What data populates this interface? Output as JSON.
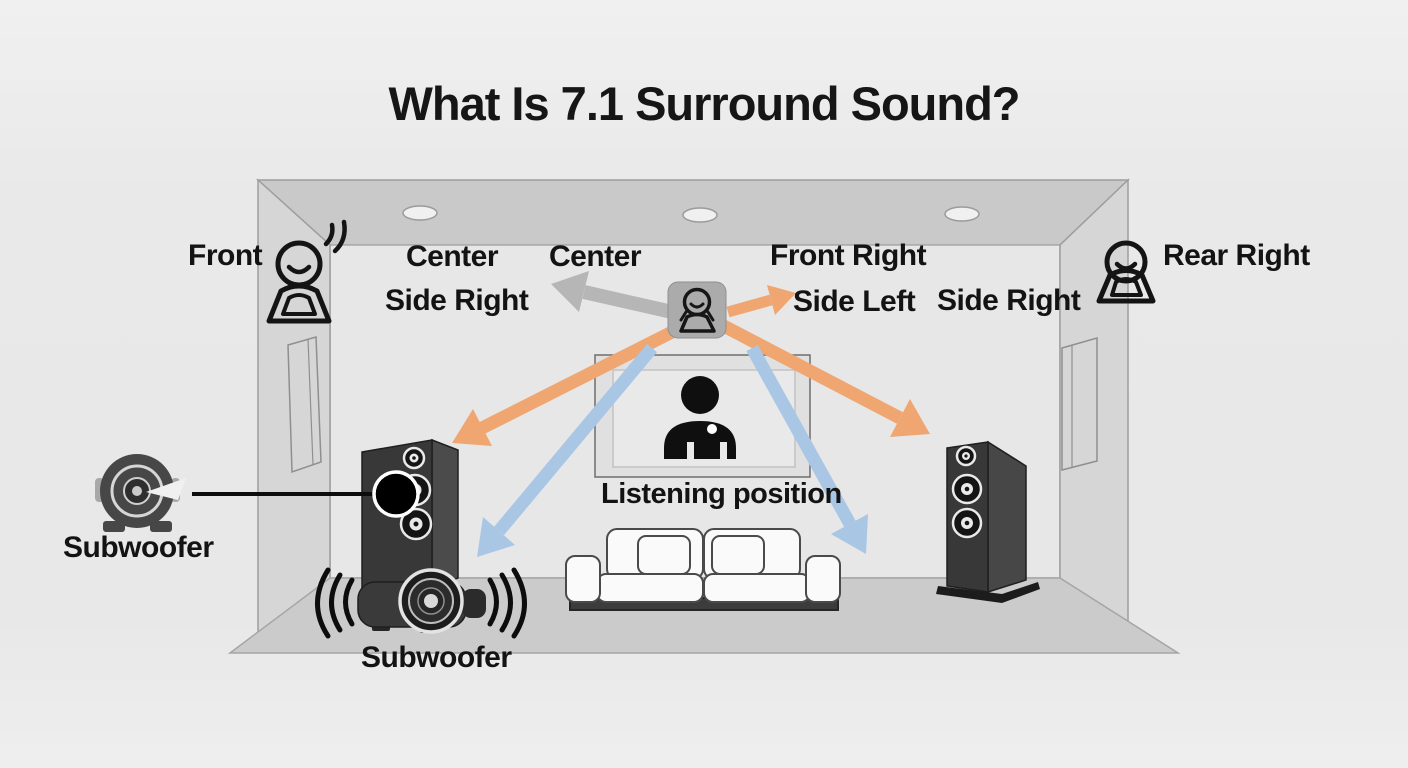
{
  "title": "What Is 7.1 Surround Sound?",
  "labels": {
    "front": "Front",
    "center_left": "Center",
    "center_mid": "Center",
    "front_right": "Front Right",
    "side_right_wall": "Side Right",
    "side_left": "Side Left",
    "side_right_speaker": "Side Right",
    "rear_right": "Rear Right",
    "listening_position": "Listening position",
    "subwoofer_side": "Subwoofer",
    "subwoofer_front": "Subwoofer"
  },
  "colors": {
    "background": "#e9e9e9",
    "arrow_orange": "#efa671",
    "arrow_blue": "#a9c6e5",
    "arrow_gray": "#b6b6b6",
    "text": "#131313"
  }
}
